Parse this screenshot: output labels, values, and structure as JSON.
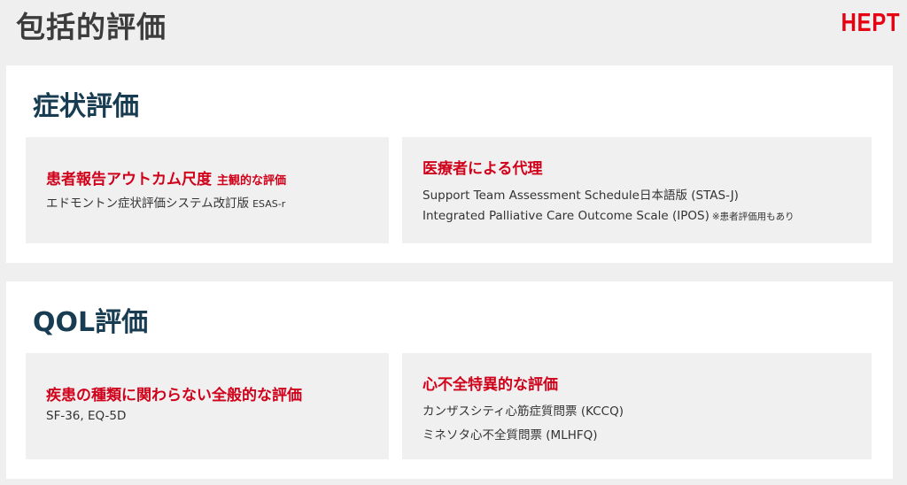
{
  "header": {
    "title": "包括的評価",
    "logo_text": "HEPT"
  },
  "colors": {
    "accent_red": "#d0021b",
    "logo_red": "#e60012",
    "heading_navy": "#183c52",
    "background": "#efefef",
    "card_bg": "#f0f0f0"
  },
  "sections": [
    {
      "title": "症状評価",
      "cards": [
        {
          "title": "患者報告アウトカム尺度",
          "title_sub": "主観的な評価",
          "lines": [
            {
              "text": "エドモントン症状評価システム改訂版",
              "suffix": "ESAS-r"
            }
          ]
        },
        {
          "title": "医療者による代理",
          "lines": [
            {
              "text": "Support Team Assessment Schedule日本語版 (STAS-J)"
            },
            {
              "text": "Integrated Palliative Care Outcome Scale (IPOS)",
              "note": "※患者評価用もあり"
            }
          ]
        }
      ]
    },
    {
      "title": "QOL評価",
      "cards": [
        {
          "title": "疾患の種類に関わらない全般的な評価",
          "lines": [
            {
              "text": "SF-36, EQ-5D"
            }
          ]
        },
        {
          "title": "心不全特異的な評価",
          "lines": [
            {
              "text": "カンザスシティ心筋症質問票 (KCCQ)"
            },
            {
              "text": "ミネソタ心不全質問票 (MLHFQ)"
            }
          ]
        }
      ]
    }
  ]
}
